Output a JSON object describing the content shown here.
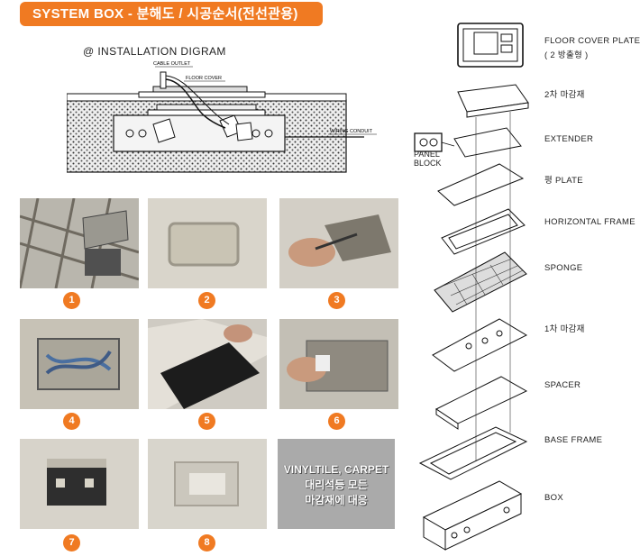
{
  "header": {
    "title": "SYSTEM BOX - 분해도 / 시공순서(전선관용)",
    "accent": "#f07a22"
  },
  "diagram": {
    "title": "@ INSTALLATION DIGRAM",
    "labels": {
      "cable_outlet": "CABLE OUTLET",
      "floor_cover": "FLOOR COVER",
      "wiring_conduit": "WIRING CONDUIT"
    }
  },
  "steps": [
    {
      "number": "1"
    },
    {
      "number": "2"
    },
    {
      "number": "3"
    },
    {
      "number": "4"
    },
    {
      "number": "5"
    },
    {
      "number": "6"
    },
    {
      "number": "7"
    },
    {
      "number": "8"
    }
  ],
  "caption": {
    "line1": "VINYLTILE, CARPET",
    "line2": "대리석등 모든",
    "line3": "마감재에 대응"
  },
  "exploded": {
    "panel_block": [
      "PANEL",
      "BLOCK"
    ],
    "parts": [
      "FLOOR COVER PLATE",
      "( 2 방출형 )",
      "2차 마감재",
      "EXTENDER",
      "평  PLATE",
      "HORIZONTAL FRAME",
      "SPONGE",
      "1차 마감재",
      "SPACER",
      "BASE FRAME",
      "BOX"
    ]
  }
}
